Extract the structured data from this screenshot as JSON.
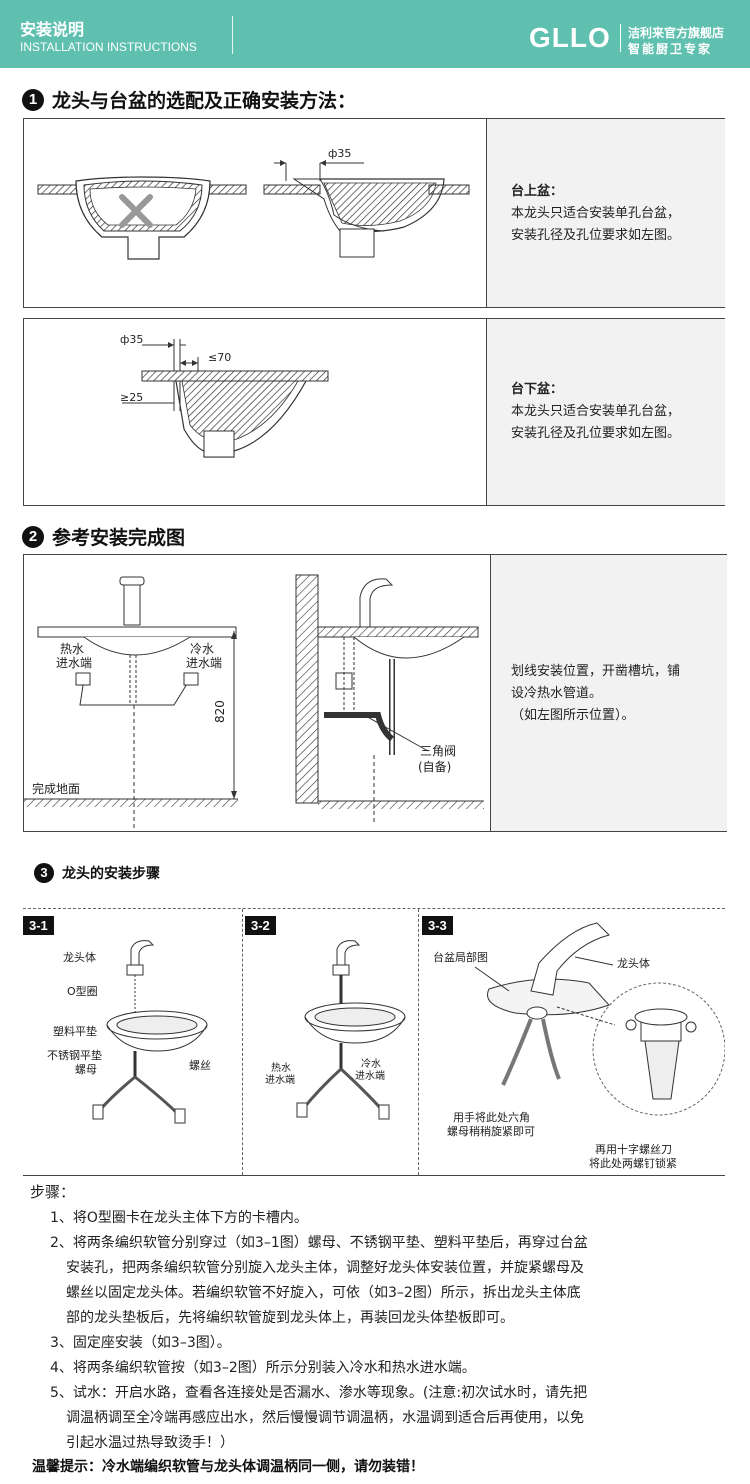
{
  "header": {
    "title": "安装说明",
    "subtitle": "INSTALLATION INSTRUCTIONS",
    "logo": "GLLO",
    "store_line1": "洁利来官方旗舰店",
    "store_line2": "智能厨卫专家"
  },
  "section1": {
    "number": "1",
    "title": "龙头与台盆的选配及正确安装方法：",
    "panel_top": {
      "dim_hole": "ф35",
      "note_title": "台上盆：",
      "note_line1": "本龙头只适合安装单孔台盆，",
      "note_line2": "安装孔径及孔位要求如左图。"
    },
    "panel_bottom": {
      "dim_hole": "ф35",
      "dim_dist": "≤70",
      "dim_thick": "≥25",
      "note_title": "台下盆：",
      "note_line1": "本龙头只适合安装单孔台盆，",
      "note_line2": "安装孔径及孔位要求如左图。"
    }
  },
  "section2": {
    "number": "2",
    "title": "参考安装完成图",
    "hot_label_1": "热水",
    "hot_label_2": "进水端",
    "cold_label_1": "冷水",
    "cold_label_2": "进水端",
    "height": "820",
    "floor_label": "完成地面",
    "valve_label_1": "三角阀",
    "valve_label_2": "(自备)",
    "note_line1": "划线安装位置，开凿槽坑，铺",
    "note_line2": "设冷热水管道。",
    "note_line3": "（如左图所示位置）。"
  },
  "section3": {
    "number": "3",
    "title": "龙头的安装步骤",
    "p1": {
      "tag": "3-1",
      "body": "龙头体",
      "oring": "O型圈",
      "plastic": "塑料平垫",
      "steel": "不锈钢平垫",
      "nut": "螺母",
      "screw": "螺丝"
    },
    "p2": {
      "tag": "3-2",
      "hot_1": "热水",
      "hot_2": "进水端",
      "cold_1": "冷水",
      "cold_2": "进水端"
    },
    "p3": {
      "tag": "3-3",
      "basin": "台盆局部图",
      "body": "龙头体",
      "hand_1": "用手将此处六角",
      "hand_2": "螺母稍稍旋紧即可",
      "screw_1": "再用十字螺丝刀",
      "screw_2": "将此处两螺钉锁紧"
    }
  },
  "steps": {
    "title": "步骤：",
    "lines": [
      "1、将O型圈卡在龙头主体下方的卡槽内。",
      "2、将两条编织软管分别穿过（如3–1图）螺母、不锈钢平垫、塑料平垫后，再穿过台盆",
      "安装孔，把两条编织软管分别旋入龙头主体，调整好龙头体安装位置，并旋紧螺母及",
      "螺丝以固定龙头体。若编织软管不好旋入，可依（如3–2图）所示，拆出龙头主体底",
      "部的龙头垫板后，先将编织软管旋到龙头体上，再装回龙头体垫板即可。",
      "3、固定座安装（如3–3图）。",
      "4、将两条编织软管按（如3–2图）所示分别装入冷水和热水进水端。",
      "5、试水：开启水路，查看各连接处是否漏水、渗水等现象。(注意:初次试水时，请先把",
      "调温柄调至全冷端再感应出水，然后慢慢调节调温柄，水温调到适合后再使用，以免",
      "引起水温过热导致烫手！）"
    ],
    "tip": "温馨提示：冷水端编织软管与龙头体调温柄同一侧，请勿装错！"
  }
}
